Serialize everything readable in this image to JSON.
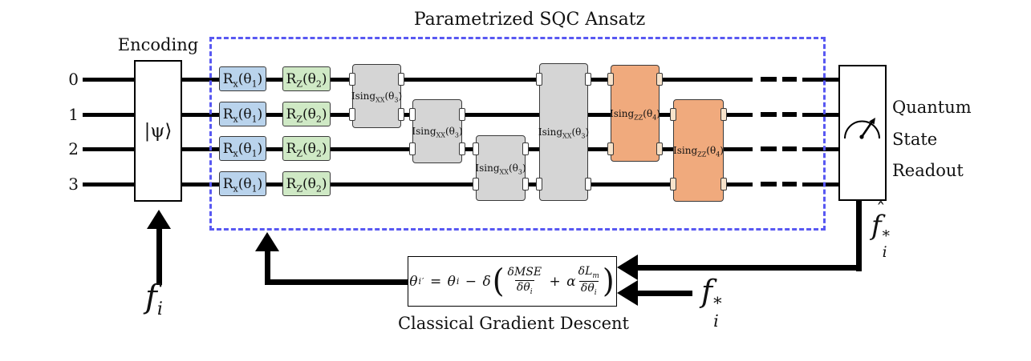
{
  "figure": {
    "ansatz_title": "Parametrized SQC Ansatz",
    "encoding_label": "Encoding",
    "state_label": "|ψ⟩",
    "qubit_labels": [
      "0",
      "1",
      "2",
      "3"
    ],
    "readout_line1": "Quantum",
    "readout_line2": "State",
    "readout_line3": "Readout",
    "gradient_label": "Classical Gradient Descent"
  },
  "gates": {
    "rx": {
      "base": "R",
      "sub": "x",
      "open": "(θ",
      "arg": "1",
      "close": ")"
    },
    "rz": {
      "base": "R",
      "sub": "Z",
      "open": "(θ",
      "arg": "2",
      "close": ")"
    },
    "ising_xx": {
      "base": "Ising",
      "sub": "XX",
      "open": "(θ",
      "arg": "3",
      "close": ")"
    },
    "ising_zz": {
      "base": "Ising",
      "sub": "ZZ",
      "open": "(θ",
      "arg": "4",
      "close": ")"
    }
  },
  "labels": {
    "f_input": {
      "base": "f",
      "sub": "i"
    },
    "f_target": {
      "base": "f",
      "sup": "*",
      "sub": "i"
    },
    "f_prediction": {
      "hat": "ˆ",
      "base": "f",
      "sup": "*",
      "sub": "i"
    }
  },
  "formula": {
    "lhs_base": "θ",
    "lhs_sub": "i",
    "prime": "′",
    "equals": "=",
    "rhs_base": "θ",
    "rhs_sub": "i",
    "minus": "−",
    "delta": "δ",
    "lparen": "(",
    "frac1": {
      "num": "δMSE",
      "den_base": "δθ",
      "den_sub": "i"
    },
    "plus": "+",
    "alpha": "α",
    "frac2": {
      "num_base": "δL",
      "num_sub": "m",
      "den_base": "δθ",
      "den_sub": "i"
    },
    "rparen": ")"
  },
  "colors": {
    "rx_fill": "#b9d3ec",
    "rz_fill": "#cfe9c5",
    "ising_xx_fill": "#d5d5d5",
    "ising_zz_fill": "#f0aa7d",
    "ansatz_border": "#5858f2",
    "wire": "#000000",
    "background": "#ffffff"
  }
}
